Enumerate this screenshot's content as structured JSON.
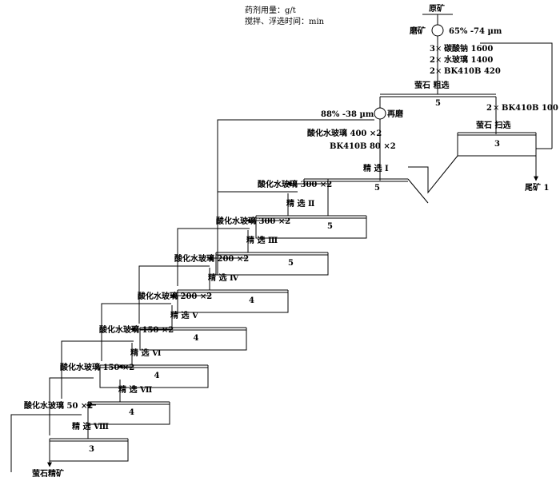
{
  "legend": {
    "reagent_unit": "药剂用量：g/t",
    "time_unit": "搅拌、浮选时间：min"
  },
  "feed_label": "原矿",
  "grinding": {
    "label": "磨矿",
    "fineness": "65% -74 µm"
  },
  "rougher": {
    "reagents": [
      {
        "time": "3",
        "name": "碳酸钠 1600"
      },
      {
        "time": "2",
        "name": "水玻璃 1400"
      },
      {
        "time": "2",
        "name": "BK410B 420"
      }
    ],
    "label": "萤石 粗选",
    "time": "5"
  },
  "scavenger": {
    "reagent_time": "2",
    "reagent": "BK410B 100",
    "label": "萤石 扫选",
    "time": "3"
  },
  "regrind": {
    "fineness": "88% -38 µm",
    "label": "再磨"
  },
  "tailings_label": "尾矿 1",
  "concentrate_label": "萤石精矿",
  "cleaners": [
    {
      "reagents": [
        "酸化水玻璃 400",
        "BK410B 80"
      ],
      "times": [
        "2",
        "2"
      ],
      "label": "精  选 Ⅰ",
      "time": "5"
    },
    {
      "reagents": [
        "酸化水玻璃 300"
      ],
      "times": [
        "2"
      ],
      "label": "精  选 Ⅱ",
      "time": "5"
    },
    {
      "reagents": [
        "酸化水玻璃 300"
      ],
      "times": [
        "2"
      ],
      "label": "精  选 Ⅲ",
      "time": "5"
    },
    {
      "reagents": [
        "酸化水玻璃 200"
      ],
      "times": [
        "2"
      ],
      "label": "精  选 Ⅳ",
      "time": "4"
    },
    {
      "reagents": [
        "酸化水玻璃 200"
      ],
      "times": [
        "2"
      ],
      "label": "精  选 Ⅴ",
      "time": "4"
    },
    {
      "reagents": [
        "酸化水玻璃 150"
      ],
      "times": [
        "2"
      ],
      "label": "精  选 Ⅵ",
      "time": "4"
    },
    {
      "reagents": [
        "酸化水玻璃 150"
      ],
      "times": [
        "2"
      ],
      "label": "精  选 Ⅶ",
      "time": "4"
    },
    {
      "reagents": [
        "酸化水玻璃 50"
      ],
      "times": [
        "2"
      ],
      "label": "精  选 Ⅷ",
      "time": "3"
    }
  ]
}
